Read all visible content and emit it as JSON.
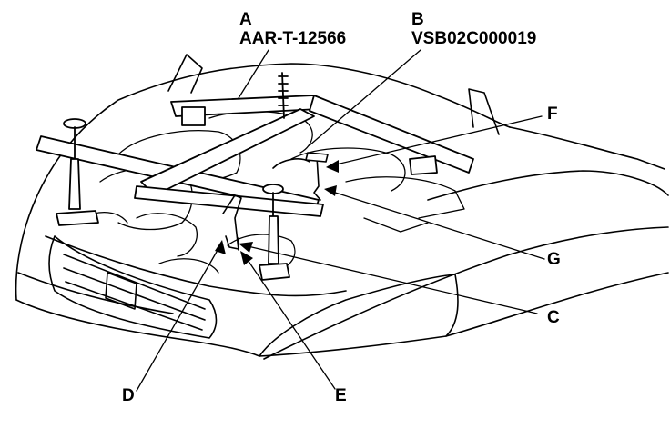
{
  "labels": {
    "A": {
      "letter": "A",
      "part_number": "AAR-T-12566"
    },
    "B": {
      "letter": "B",
      "part_number": "VSB02C000019"
    },
    "C": {
      "letter": "C"
    },
    "D": {
      "letter": "D"
    },
    "E": {
      "letter": "E"
    },
    "F": {
      "letter": "F"
    },
    "G": {
      "letter": "G"
    }
  },
  "colors": {
    "ink": "#000000",
    "paper": "#ffffff"
  }
}
